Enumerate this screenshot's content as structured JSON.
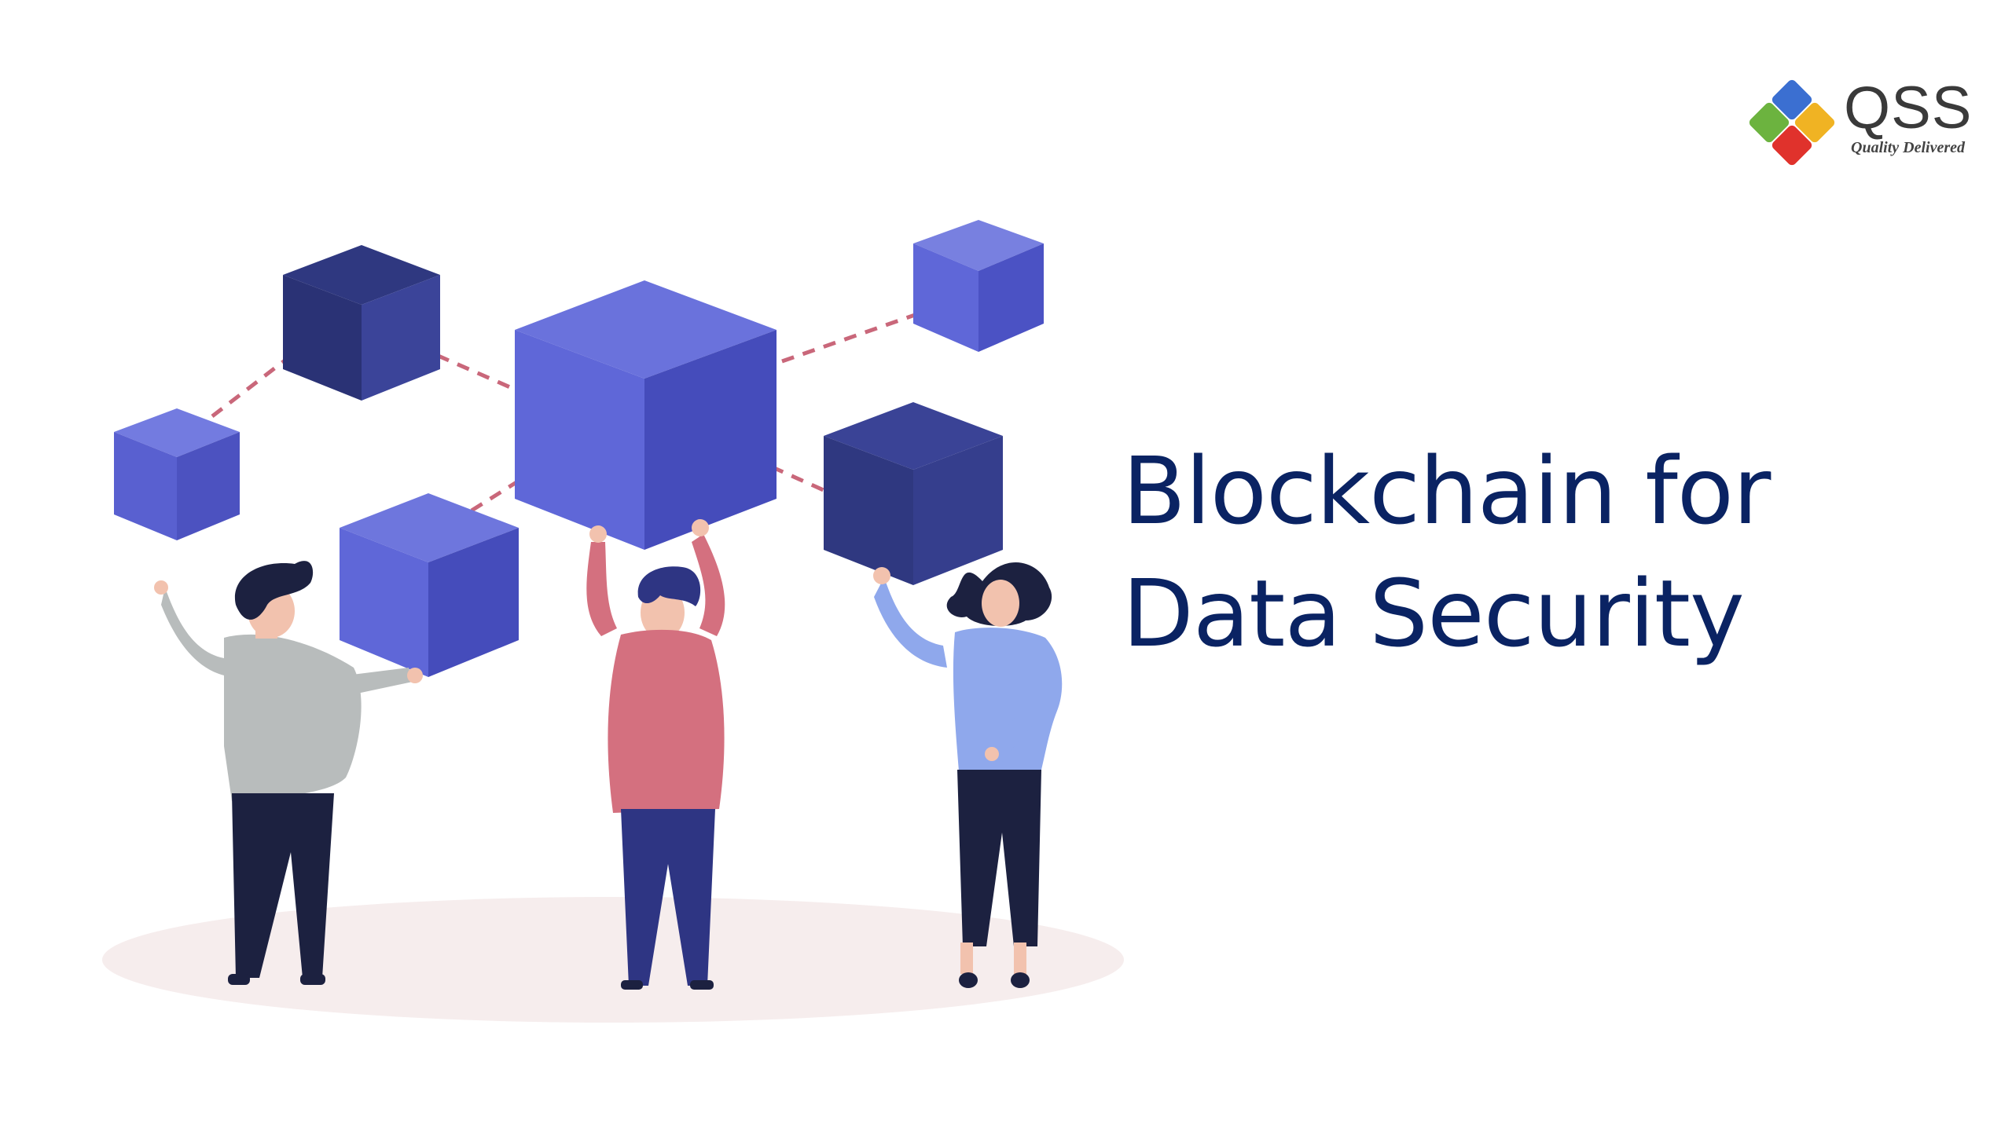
{
  "slide": {
    "title": "Blockchain for Data Security"
  },
  "logo": {
    "name": "QSS",
    "tagline": "Quality Delivered"
  },
  "colors": {
    "title": "#0a2363",
    "cube_light": "#5f67d8",
    "cube_dark": "#363f8f",
    "dash_link": "#c9677a",
    "ground": "#f6eded"
  },
  "icons": {
    "logo_mark": "four-color-diamond-icon"
  }
}
